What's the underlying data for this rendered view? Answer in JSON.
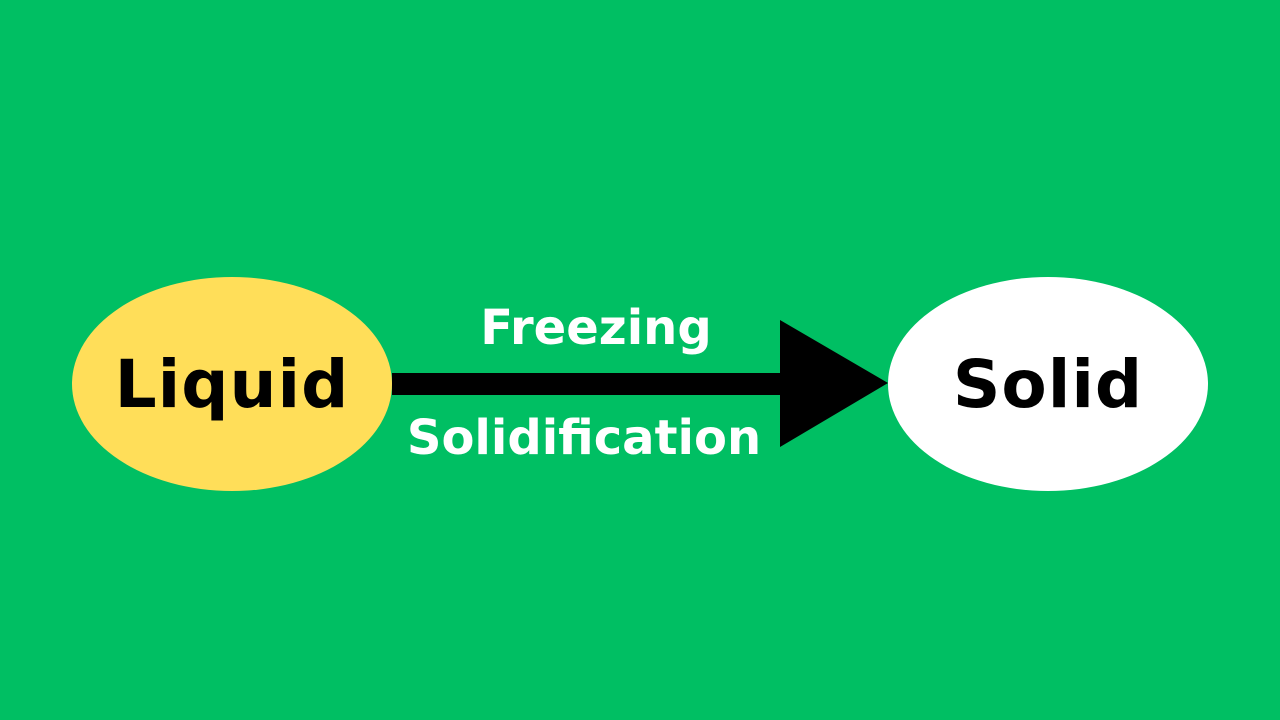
{
  "colors": {
    "background": "#00bf63",
    "liquid_fill": "#ffde59",
    "solid_fill": "#ffffff",
    "arrow": "#000000",
    "process_text": "#ffffff"
  },
  "diagram": {
    "source_state": {
      "label": "Liquid"
    },
    "target_state": {
      "label": "Solid"
    },
    "transition": {
      "label_above": "Freezing",
      "label_below": "Solidification"
    }
  }
}
